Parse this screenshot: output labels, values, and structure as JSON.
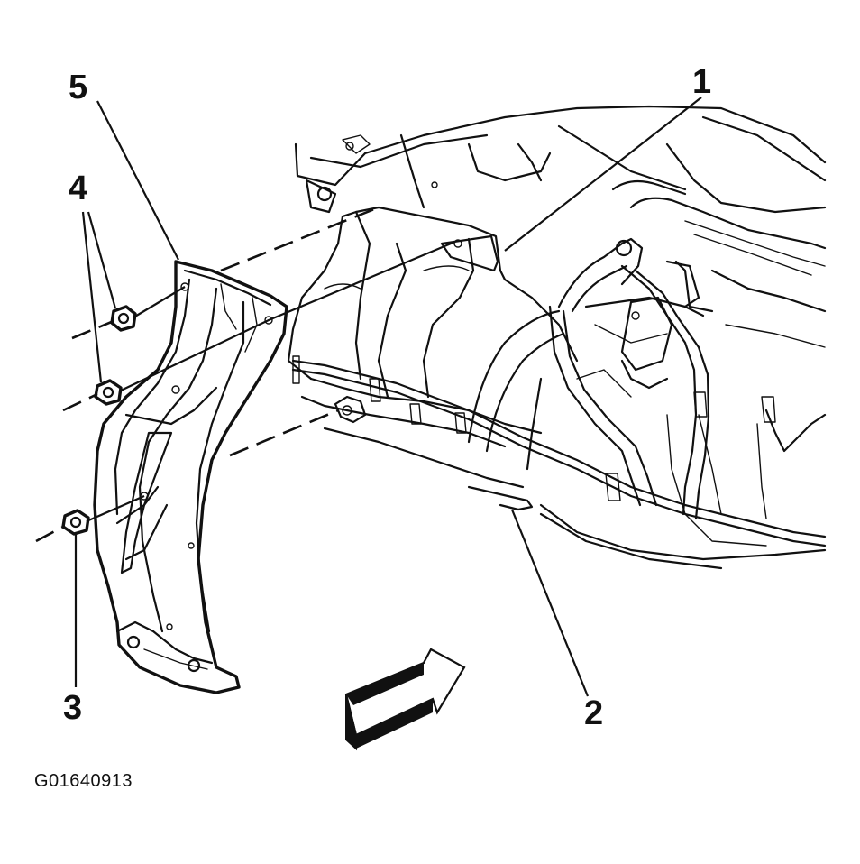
{
  "callouts": {
    "c1": "1",
    "c2": "2",
    "c3": "3",
    "c4": "4",
    "c5": "5"
  },
  "figure_id": "G01640913",
  "icons": {
    "direction_arrow": "front-direction-arrow-icon",
    "nut": "nut-icon"
  }
}
